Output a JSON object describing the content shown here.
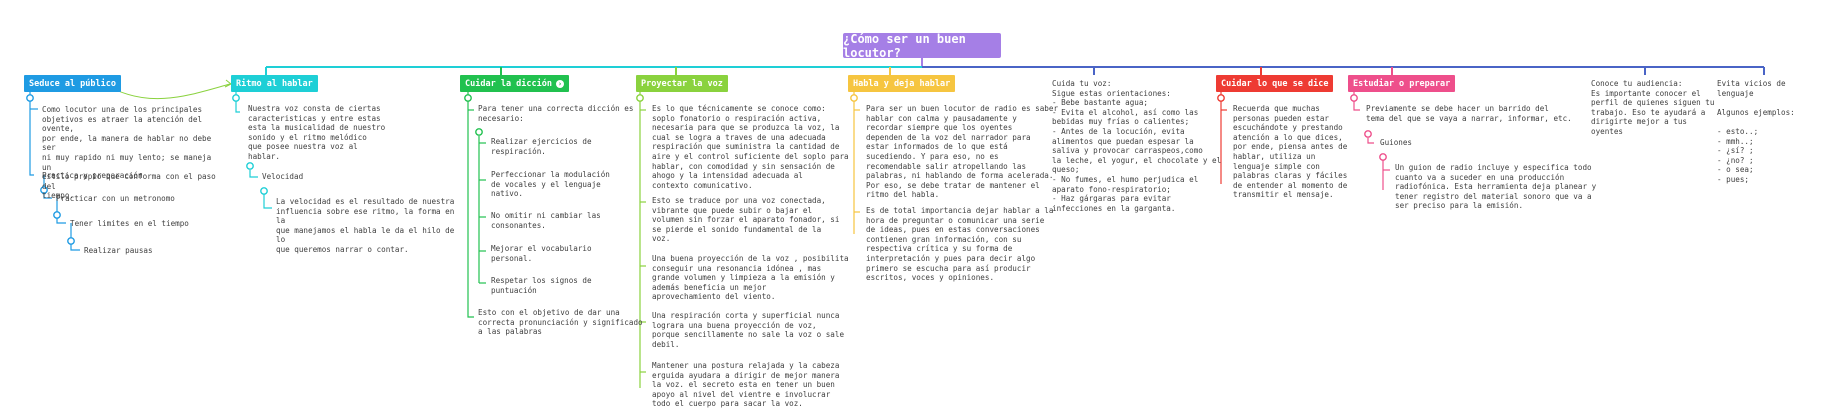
{
  "root": {
    "label": "¿Cómo ser un buen locutor?",
    "color": "#a57fe6"
  },
  "colors": {
    "blue": "#1f9be3",
    "cyan": "#1ecfd6",
    "green": "#21c14f",
    "lime": "#8ad23e",
    "yellow": "#f6c540",
    "red": "#ee3b33",
    "pink": "#ee4f8b",
    "navy": "#4a64c6"
  },
  "branches": {
    "b1": {
      "title": "Seduce al público",
      "t1": "Como locutor una de los principales\nobjetivos es atraer la atención del ovente,\npor ende, la manera de hablar no debe ser\nni muy rapido ni muy lento; se maneja un\nestilo propio que conforma con el paso del\ntiempo.",
      "t2": "Practica y preparación",
      "t3": "Practicar con un metronomo",
      "t4": "Tener limites en el tiempo",
      "t5": "Realizar pausas"
    },
    "b2": {
      "title": "Ritmo al hablar",
      "t1": "Nuestra voz consta de ciertas\ncaracteristicas y entre estas\nesta la musicalidad de nuestro\nsonido y el ritmo melódico\nque posee nuestra voz al\nhablar.",
      "t2": "Velocidad",
      "t3": "La velocidad es  el resultado de nuestra\ninfluencia sobre ese ritmo, la forma en la\nque manejamos el habla le da el hilo de lo\nque queremos narrar o contar."
    },
    "b3": {
      "title": "Cuidar la dicción",
      "t1": "Para tener una correcta dicción es\nnecesario:",
      "t2": "Realizar ejercicios de\nrespiración.",
      "t3": "Perfeccionar la modulación\nde vocales y el lenguaje\nnativo.",
      "t4": "No omitir ni cambiar las\n consonantes.",
      "t5": "Mejorar el vocabulario\n personal.",
      "t6": "Respetar los signos de\npuntuación",
      "t7": "Esto con el objetivo de dar una\ncorrecta pronunciación y significado\na las palabras"
    },
    "b4": {
      "title": "Proyectar la voz",
      "t1": "Es lo que técnicamente se conoce como:\nsoplo fonatorio o respiración activa,\nnecesaria para que se produzca la voz, la\ncual se logra a traves de una adecuada\nrespiración que suministra la cantidad de\naire  y el control suficiente del soplo para\nhablar, con comodidad y sin sensación de\nahogo y la intensidad adecuada al\ncontexto comunicativo.",
      "t2": "Esto se traduce por una voz conectada,\nvibrante que puede subir o bajar el\nvolumen sin forzar el aparato fonador, si\nse pierde el sonido fundamental de la\nvoz.",
      "t3": "Una buena proyección de la voz , posibilita\nconseguir una resonancia idónea , mas\ngrande  volumen y limpieza a la emisión y\nademás beneficia un mejor\naprovechamiento del viento.",
      "t4": "Una respiración corta y superficial nunca\nlograra una buena proyección de voz,\nporque sencillamente no sale la voz o sale\ndebil.",
      "t5": "Mantener una postura relajada y la cabeza\nerguida ayudara a dirigir de mejor manera\nla voz. el secreto esta en tener un buen\napoyo  al nivel del vientre e involucrar\ntodo el cuerpo para sacar la voz."
    },
    "b5": {
      "title": "Habla y deja hablar",
      "t1": "Para ser un buen locutor de radio es saber\nhablar con calma y pausadamente y\nrecordar siempre que los  oyentes\ndependen de la voz del narrador  para\nestar informados de lo que está\nsucediendo. Y para eso, no es\nrecomendable salir atropellando las\npalabras, ni hablando de forma acelerada.\nPor eso, se debe tratar de mantener el\nritmo del habla.",
      "t2": "Es de total importancia dejar hablar a la\nhora de preguntar o comunicar una serie\nde ideas, pues en estas conversaciones\ncontienen gran información, con su\nrespectiva crítica y su forma de\ninterpretación y pues para decir algo\nprimero se escucha para así producir\nescritos, voces y opiniones."
    },
    "b6": {
      "title": "",
      "t1": "Cuida tu voz:\nSigue estas orientaciones:\n- Bebe bastante agua;\n- Evita el alcohol, así como las\nbebidas muy frías o calientes;\n- Antes de la locución, evita\nalimentos que puedan espesar la\nsaliva y provocar carraspeos,como\nla leche, el yogur, el chocolate y el\nqueso;\n- No fumes, el humo perjudica el\naparato fono-respiratorio;\n- Haz gárgaras para evitar\ninfecciones en la garganta."
    },
    "b7": {
      "title": "Cuidar lo que se dice",
      "t1": "Recuerda que muchas\npersonas pueden estar\nescuchándote y prestando\natención a lo que dices,\npor ende, piensa antes de\nhablar,  utiliza un\nlenguaje simple con\npalabras claras y fáciles\nde entender al momento de\ntransmitir el mensaje."
    },
    "b8": {
      "title": "Estudiar o preparar",
      "t1": "Previamente se debe hacer un barrido del\ntema del que se vaya a narrar, informar, etc.",
      "t2": "Guiones",
      "t3": "Un guion de radio incluye y especifica todo\ncuanto va a suceder en una producción\nradiofónica. Esta herramienta deja planear y\ntener registro del material sonoro que va a\nser preciso para la emisión."
    },
    "b9": {
      "title": "",
      "t1": "Conoce tu audiencia:\nEs importante conocer el\nperfil de quienes siguen tu\ntrabajo. Eso te ayudará a\ndirigirte mejor a tus\noyentes"
    },
    "b10": {
      "title": "",
      "t1": "Evita vicios de lenguaje\n\nAlgunos ejemplos:\n\n- esto..;\n- mmh..;\n- ¿sí? ;\n- ¿no? ;\n- o sea;\n- pues;"
    }
  }
}
